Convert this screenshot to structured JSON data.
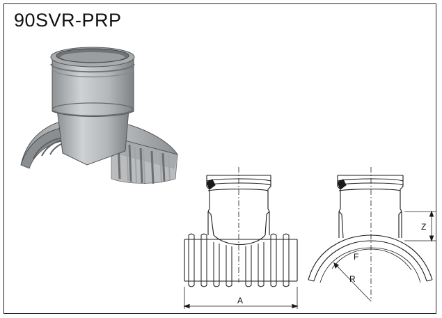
{
  "title": "90SVR-PRP",
  "dimensions": {
    "a": "A",
    "z": "Z",
    "f": "F",
    "r": "R"
  },
  "colors": {
    "pipe": "#b9bcbe",
    "pipe_dark": "#7d8184",
    "line": "#1a1a1a"
  }
}
